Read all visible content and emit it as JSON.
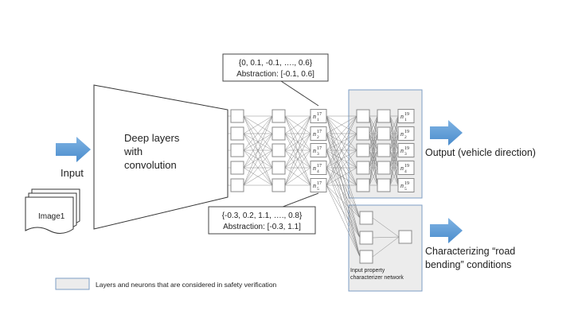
{
  "input_label": "Input",
  "image_label": "Image1",
  "deep_layers_lines": [
    "Deep layers",
    "with",
    "convolution"
  ],
  "top_box": {
    "line1": "{0, 0.1, -0.1, …., 0.6}",
    "line2": "Abstraction: [-0.1, 0.6]"
  },
  "bottom_box": {
    "line1": "{-0.3, 0.2, 1.1, …., 0.8}",
    "line2": "Abstraction: [-0.3, 1.1]"
  },
  "layer17_labels": [
    {
      "sub": "1",
      "sup": "17"
    },
    {
      "sub": "2",
      "sup": "17"
    },
    {
      "sub": "3",
      "sup": "17"
    },
    {
      "sub": "4",
      "sup": "17"
    },
    {
      "sub": "5",
      "sup": "17"
    }
  ],
  "layer19_labels": [
    {
      "sub": "1",
      "sup": "19"
    },
    {
      "sub": "2",
      "sup": "19"
    },
    {
      "sub": "3",
      "sup": "19"
    },
    {
      "sub": "4",
      "sup": "19"
    },
    {
      "sub": "5",
      "sup": "19"
    }
  ],
  "neuron_letter": "n",
  "output_label": "Output (vehicle direction)",
  "characterizing_lines": [
    "Characterizing “road",
    "bending” conditions"
  ],
  "ipc_lines": [
    "Input property",
    "characterizer network"
  ],
  "legend_label": "Layers and neurons that are considered in safety verification",
  "colors": {
    "arrow": "#5b9bd5",
    "shade": "#ececec",
    "shade_border": "#7d9ec4"
  }
}
